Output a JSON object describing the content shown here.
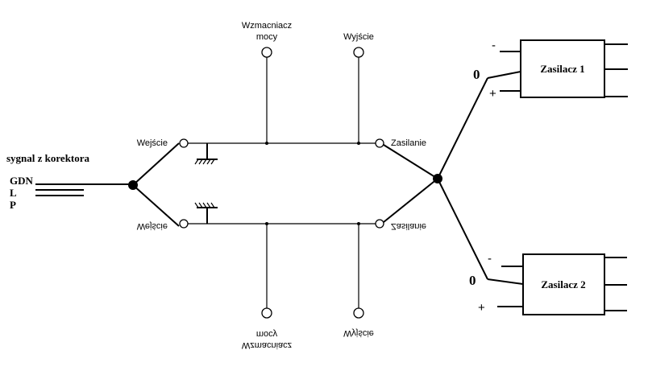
{
  "labels": {
    "input_source": "sygnal z korektora",
    "line_gdn": "GDN",
    "line_l": "L",
    "line_p": "P",
    "input_top": "Wejście",
    "input_bottom": "Wejście",
    "power_top": "Zasilanie",
    "power_bottom": "Zasilanie",
    "amp_top_line1": "Wzmacniacz",
    "amp_top_line2": "mocy",
    "amp_bottom_line1": "Wzmacniacz",
    "amp_bottom_line2": "mocy",
    "output_top": "Wyjście",
    "output_bottom": "Wyjście"
  },
  "supplies": [
    {
      "name": "Zasilacz 1",
      "minus": "-",
      "zero": "0",
      "plus": "+"
    },
    {
      "name": "Zasilacz 2",
      "minus": "-",
      "zero": "0",
      "plus": "+"
    }
  ]
}
